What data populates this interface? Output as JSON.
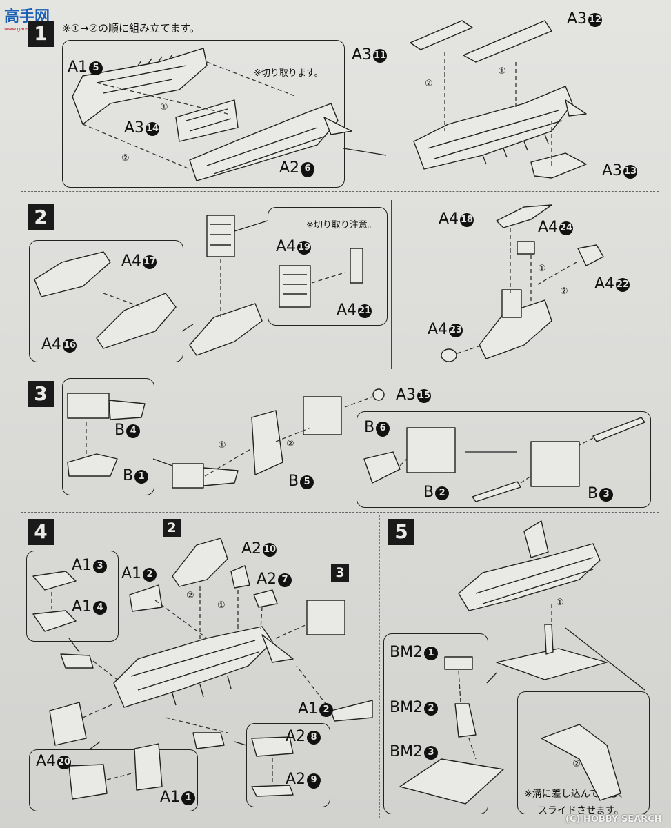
{
  "header": {
    "note": "※①→②の順に組み立てます。"
  },
  "watermark": {
    "top_left_logo": "高手网",
    "top_left_url": "www.gaoshou.net",
    "bottom_right": "HOBBY SEARCH",
    "bottom_right_prefix": "(C)"
  },
  "steps": {
    "s1": {
      "num": "1"
    },
    "s2": {
      "num": "2"
    },
    "s3": {
      "num": "3"
    },
    "s4": {
      "num": "4"
    },
    "s5": {
      "num": "5"
    },
    "ref2": "2",
    "ref3": "3"
  },
  "notes": {
    "cut": "※切り取ります。",
    "cut_careful": "※切り取り注意。",
    "slide1": "※溝に差し込んでから、",
    "slide2": "スライドさせます。"
  },
  "orders": {
    "one": "①",
    "two": "②"
  },
  "labels": {
    "s1_a1_5": {
      "code": "A1",
      "num": "5"
    },
    "s1_a3_14": {
      "code": "A3",
      "num": "14"
    },
    "s1_a2_6": {
      "code": "A2",
      "num": "6"
    },
    "s1_a3_11": {
      "code": "A3",
      "num": "11"
    },
    "s1_a3_12": {
      "code": "A3",
      "num": "12"
    },
    "s1_a3_13": {
      "code": "A3",
      "num": "13"
    },
    "s2_a4_17": {
      "code": "A4",
      "num": "17"
    },
    "s2_a4_16": {
      "code": "A4",
      "num": "16"
    },
    "s2_a4_19": {
      "code": "A4",
      "num": "19"
    },
    "s2_a4_21": {
      "code": "A4",
      "num": "21"
    },
    "s2_a4_18": {
      "code": "A4",
      "num": "18"
    },
    "s2_a4_24": {
      "code": "A4",
      "num": "24"
    },
    "s2_a4_22": {
      "code": "A4",
      "num": "22"
    },
    "s2_a4_23": {
      "code": "A4",
      "num": "23"
    },
    "s3_b4": {
      "code": "B",
      "num": "4"
    },
    "s3_b1": {
      "code": "B",
      "num": "1"
    },
    "s3_b5": {
      "code": "B",
      "num": "5"
    },
    "s3_a3_15": {
      "code": "A3",
      "num": "15"
    },
    "s3_b6": {
      "code": "B",
      "num": "6"
    },
    "s3_b2": {
      "code": "B",
      "num": "2"
    },
    "s3_b3": {
      "code": "B",
      "num": "3"
    },
    "s4_a1_3": {
      "code": "A1",
      "num": "3"
    },
    "s4_a1_4": {
      "code": "A1",
      "num": "4"
    },
    "s4_a1_2": {
      "code": "A1",
      "num": "2"
    },
    "s4_a2_10": {
      "code": "A2",
      "num": "10"
    },
    "s4_a2_7": {
      "code": "A2",
      "num": "7"
    },
    "s4_a1_2b": {
      "code": "A1",
      "num": "2"
    },
    "s4_a2_8": {
      "code": "A2",
      "num": "8"
    },
    "s4_a2_9": {
      "code": "A2",
      "num": "9"
    },
    "s4_a4_20": {
      "code": "A4",
      "num": "20"
    },
    "s4_a1_1": {
      "code": "A1",
      "num": "1"
    },
    "s5_bm2_1": {
      "code": "BM2",
      "num": "1"
    },
    "s5_bm2_2": {
      "code": "BM2",
      "num": "2"
    },
    "s5_bm2_3": {
      "code": "BM2",
      "num": "3"
    }
  }
}
